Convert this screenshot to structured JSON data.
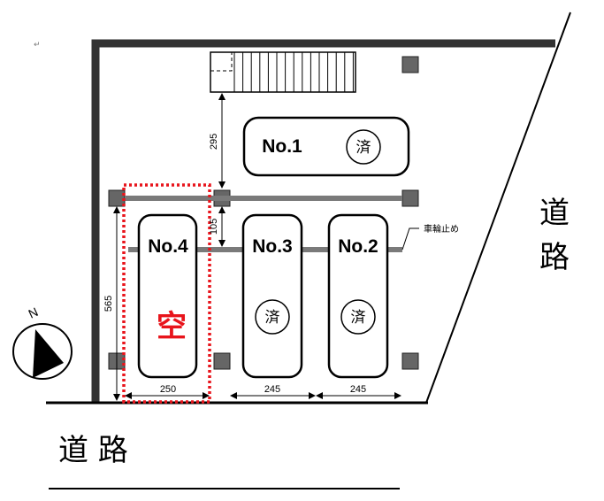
{
  "return_mark": "↵",
  "road_side": "道路",
  "road_bottom": "道 路",
  "wheel_stop_label": "車輪止め",
  "north_label": "N",
  "dims": {
    "stair_gap": "295",
    "row_gap": "105",
    "depth": "565",
    "width_no4": "250",
    "width_no3": "245",
    "width_no2": "245"
  },
  "lots": {
    "no1": {
      "label": "No.1",
      "status": "済"
    },
    "no2": {
      "label": "No.2",
      "status": "済"
    },
    "no3": {
      "label": "No.3",
      "status": "済"
    },
    "no4": {
      "label": "No.4",
      "status": "空"
    }
  },
  "colors": {
    "wall": "#333333",
    "post": "#666666",
    "beam": "#7a7a7a",
    "vacant": "#e8141b"
  }
}
